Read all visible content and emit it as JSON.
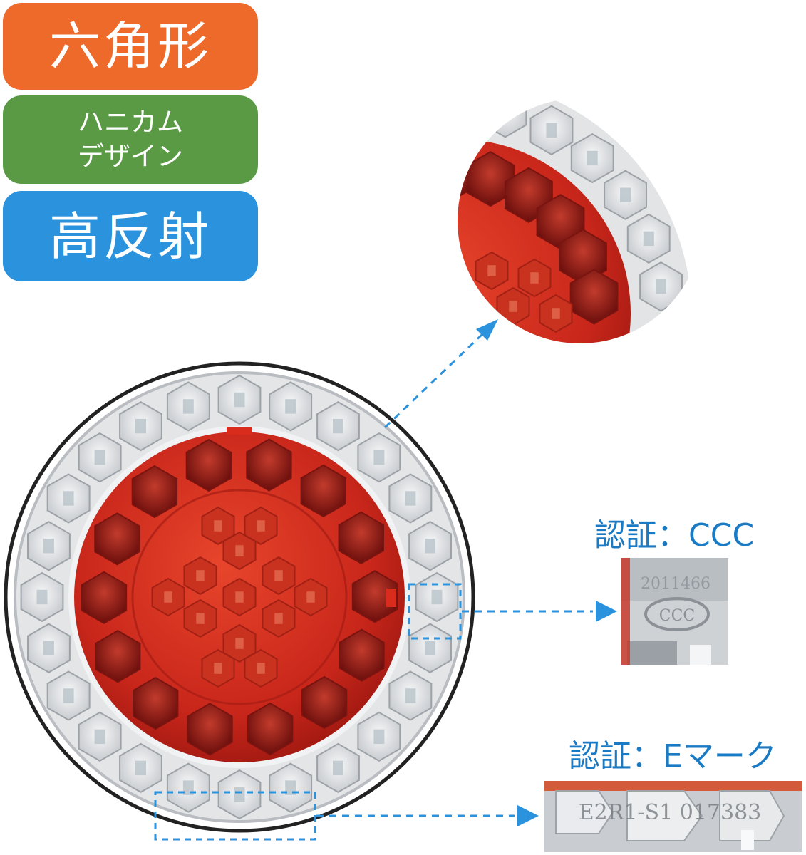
{
  "badges": [
    {
      "text": "六角形",
      "color": "#ee6a2b"
    },
    {
      "lines": [
        "ハニカム",
        "デザイン"
      ],
      "color": "#5a9a45"
    },
    {
      "text": "高反射",
      "color": "#2b92dd"
    }
  ],
  "certifications": {
    "ccc": "認証：CCC",
    "emark": "認証：Eマーク"
  },
  "colors": {
    "accent_blue": "#2b92dd",
    "lens_red": "#d8301c",
    "clear_lens": "#dfe1e3"
  },
  "icons": [
    "arrow-right-icon",
    "dashed-leader-line"
  ]
}
